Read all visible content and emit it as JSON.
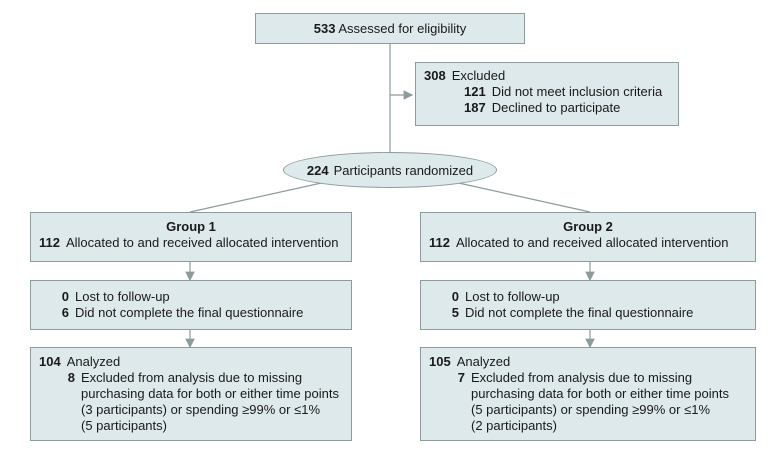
{
  "assessed": {
    "count": "533",
    "label": "Assessed for eligibility"
  },
  "excluded": {
    "count": "308",
    "label": "Excluded",
    "reasons": [
      {
        "count": "121",
        "label": "Did not meet inclusion criteria"
      },
      {
        "count": "187",
        "label": "Declined to participate"
      }
    ]
  },
  "randomized": {
    "count": "224",
    "label": "Participants randomized"
  },
  "groups": [
    {
      "title": "Group 1",
      "allocated": {
        "count": "112",
        "label": "Allocated to and received allocated intervention"
      },
      "followup": [
        {
          "count": "0",
          "label": "Lost to follow-up"
        },
        {
          "count": "6",
          "label": "Did not complete the final questionnaire"
        }
      ],
      "analyzed": {
        "count": "104",
        "label": "Analyzed",
        "excluded_count": "8",
        "excluded_lines": [
          "Excluded from analysis due to missing",
          "purchasing data for both or either time points",
          "(3 participants) or spending ≥99% or ≤1%",
          "(5 participants)"
        ]
      }
    },
    {
      "title": "Group 2",
      "allocated": {
        "count": "112",
        "label": "Allocated to and received allocated intervention"
      },
      "followup": [
        {
          "count": "0",
          "label": "Lost to follow-up"
        },
        {
          "count": "5",
          "label": "Did not complete the final questionnaire"
        }
      ],
      "analyzed": {
        "count": "105",
        "label": "Analyzed",
        "excluded_count": "7",
        "excluded_lines": [
          "Excluded from analysis due to missing",
          "purchasing data for both or either time points",
          "(5 participants) or spending ≥99% or ≤1%",
          "(2 participants)"
        ]
      }
    }
  ],
  "colors": {
    "box_fill": "#dde9ea",
    "box_border": "#8c9c9d",
    "connector": "#8c9c9d"
  }
}
